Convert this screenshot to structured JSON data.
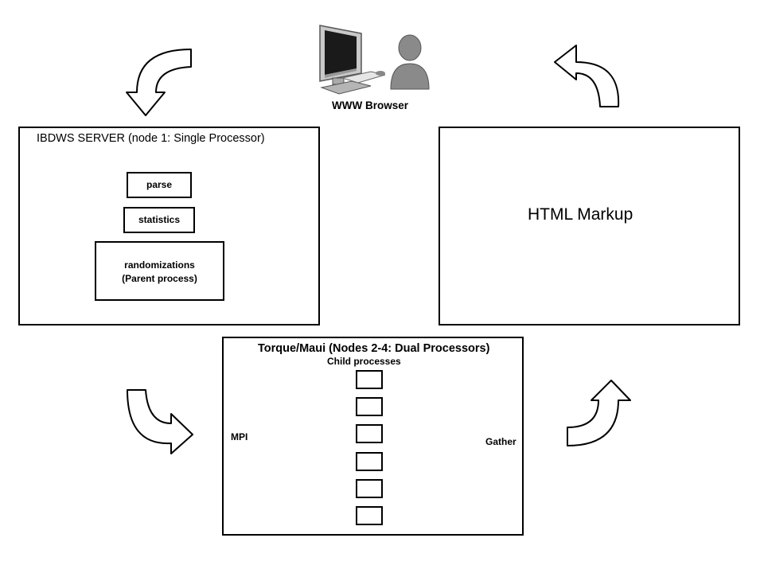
{
  "browser": {
    "label": "WWW Browser",
    "computer_icon": "computer-monitor-icon",
    "user_icon": "user-icon"
  },
  "server": {
    "title": "IBDWS SERVER (node 1: Single Processor)",
    "steps": [
      "parse",
      "statistics"
    ],
    "randomizations_line1": "randomizations",
    "randomizations_line2": "(Parent process)"
  },
  "html_markup": {
    "label": "HTML Markup"
  },
  "cluster": {
    "title": "Torque/Maui (Nodes 2-4: Dual Processors)",
    "child_label": "Child processes",
    "mpi_label": "MPI",
    "gather_label": "Gather",
    "child_count": 6
  },
  "flow_arrows": [
    "curved-arrow-down-icon",
    "curved-arrow-right-icon",
    "curved-arrow-up-icon",
    "curved-arrow-left-icon"
  ]
}
